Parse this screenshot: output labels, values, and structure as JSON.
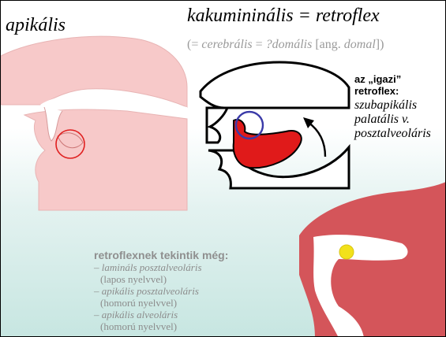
{
  "titles": {
    "left": "apikális",
    "right": "kakumininális = retroflex"
  },
  "subtitle": {
    "open": "(= ",
    "term1": "cerebrális",
    "eq": " = ",
    "term2": "?domális",
    "mid": " [ang. ",
    "term3": "domal",
    "close": "])"
  },
  "note": {
    "head_line1": "az „igazi”",
    "head_line2": "retroflex:",
    "body_line1": "szubapikális",
    "body_line2": "palatális v.",
    "body_line3": "posztalveoláris"
  },
  "list": {
    "heading": "retroflexnek tekintik még:",
    "items": [
      {
        "term": "– lamináls posztalveoláris",
        "detail": "(lapos nyelvvel)"
      },
      {
        "term": "– apikális posztalveoláris",
        "detail": "(homorú nyelvvel)"
      },
      {
        "term": "– apikális alveoláris",
        "detail": "(homorú nyelvvel)"
      }
    ]
  },
  "colors": {
    "pink_tissue": "#f7c9c9",
    "red_tongue": "#e01a1a",
    "sagittal_red": "#d4555a",
    "red_circle": "#e02020",
    "blue_circle": "#3a3aa8",
    "yellow_dot": "#f2e11a"
  }
}
